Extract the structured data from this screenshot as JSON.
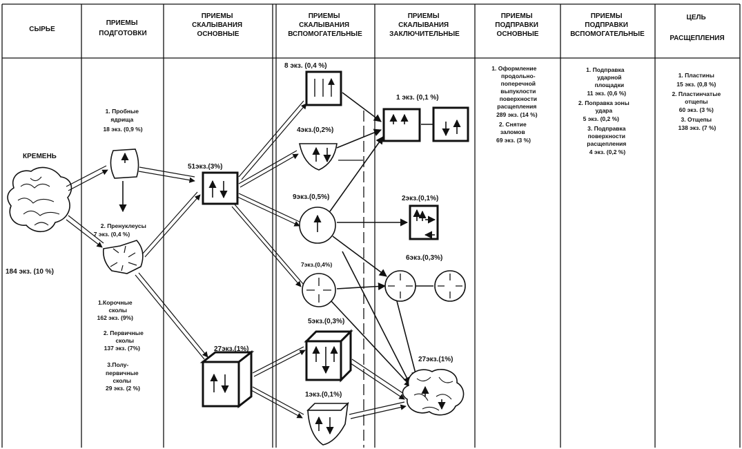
{
  "headers": [
    [
      "СЫРЬЕ"
    ],
    [
      "ПРИЕМЫ",
      "ПОДГОТОВКИ"
    ],
    [
      "ПРИЕМЫ",
      "СКАЛЫВАНИЯ",
      "ОСНОВНЫЕ"
    ],
    [
      "ПРИЕМЫ",
      "СКАЛЫВАНИЯ",
      "ВСПОМОГАТЕЛЬНЫЕ"
    ],
    [
      "ПРИЕМЫ",
      "СКАЛЫВАНИЯ",
      "ЗАКЛЮЧИТЕЛЬНЫЕ"
    ],
    [
      "ПРИЕМЫ",
      "ПОДПРАВКИ",
      "ОСНОВНЫЕ"
    ],
    [
      "ПРИЕМЫ",
      "ПОДПРАВКИ",
      "ВСПОМОГАТЕЛЬНЫЕ"
    ],
    [
      "ЦЕЛЬ",
      "РАСЩЕПЛЕНИЯ"
    ]
  ],
  "raw": {
    "name": "КРЕМЕНЬ",
    "count": "184 экз. (10 %)"
  },
  "prep": {
    "trial": [
      "1. Пробные",
      "ядрища",
      "18 экз. (0,9 %)"
    ],
    "precores": [
      "2. Пренуклеусы",
      "7 экз. (0,4 %)"
    ],
    "flakes": [
      "1.Корочные",
      "сколы",
      "162 экз. (9%)",
      "2. Первичные",
      "сколы",
      "137 экз. (7%)",
      "3.Полу-",
      "первичные",
      "сколы",
      "29 экз. (2 %)"
    ]
  },
  "main": {
    "core51": "51экз.(3%)",
    "core27": "27экз.(1%)"
  },
  "aux": {
    "c8a": "8 экз. (0,4 %)",
    "c4": "4экз.(0,2%)",
    "c9": "9экз.(0,5%)",
    "c7": "7экз.(0,4%)",
    "c5": "5экз.(0,3%)",
    "c1": "1экз.(0,1%)"
  },
  "final": {
    "c1": "1 экз. (0,1 %)",
    "c2": "2экз.(0,1%)",
    "c6": "6экз.(0,3%)",
    "c27": "27экз.(1%)"
  },
  "retouch_main": [
    "1. Оформление",
    "продольно-",
    "поперечной",
    "выпуклости",
    "поверхности",
    "расщепления",
    "289 экз. (14 %)",
    "",
    "2. Снятие",
    "заломов",
    "69 экз. (3 %)"
  ],
  "retouch_aux": [
    "1. Подправка",
    "ударной",
    "площадки",
    "11 экз. (0,6 %)",
    "",
    "2. Поправка зоны",
    "удара",
    "5 экз. (0,2 %)",
    "",
    "3. Подправка",
    "поверхности",
    "расщепления",
    "4 экз. (0,2 %)"
  ],
  "goal": [
    "1. Пластины",
    "15 экз. (0,8 %)",
    "",
    "2. Пластинчатые",
    "отщепы",
    "60 экз. (3 %)",
    "",
    "3. Отщепы",
    "138 экз. (7 %)"
  ]
}
